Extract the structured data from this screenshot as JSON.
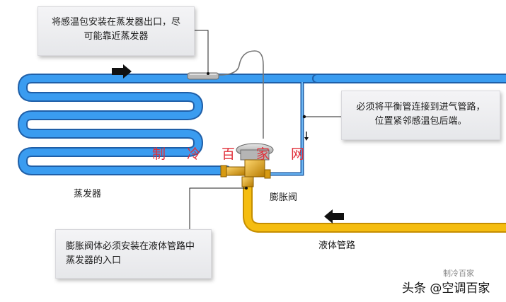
{
  "callouts": {
    "sensor_bulb": [
      "将感温包安装在蒸发器出口，尽",
      "可能靠近蒸发器"
    ],
    "balance_pipe": [
      "必须将平衡管连接到进气管路，",
      "位置紧邻感温包后端。"
    ],
    "valve_body": [
      "膨胀阀体必须安装在液体管路中",
      "蒸发器的入口"
    ]
  },
  "labels": {
    "evaporator": "蒸发器",
    "expansion_valve": "膨胀阀",
    "liquid_line": "液体管路"
  },
  "watermark": "制冷百家网",
  "brand": {
    "main": "头条 @空调百家",
    "faint": "制冷百家"
  },
  "colors": {
    "evaporator_pipe": "#2f8ee6",
    "liquid_pipe": "#f0b400",
    "valve_brass": "#e0a21a",
    "watermark": "#e0303a"
  },
  "icons": {
    "flow_arrow_top": "arrow-right",
    "flow_arrow_liquid": "arrow-left",
    "flow_arrow_balance": "arrow-down"
  }
}
